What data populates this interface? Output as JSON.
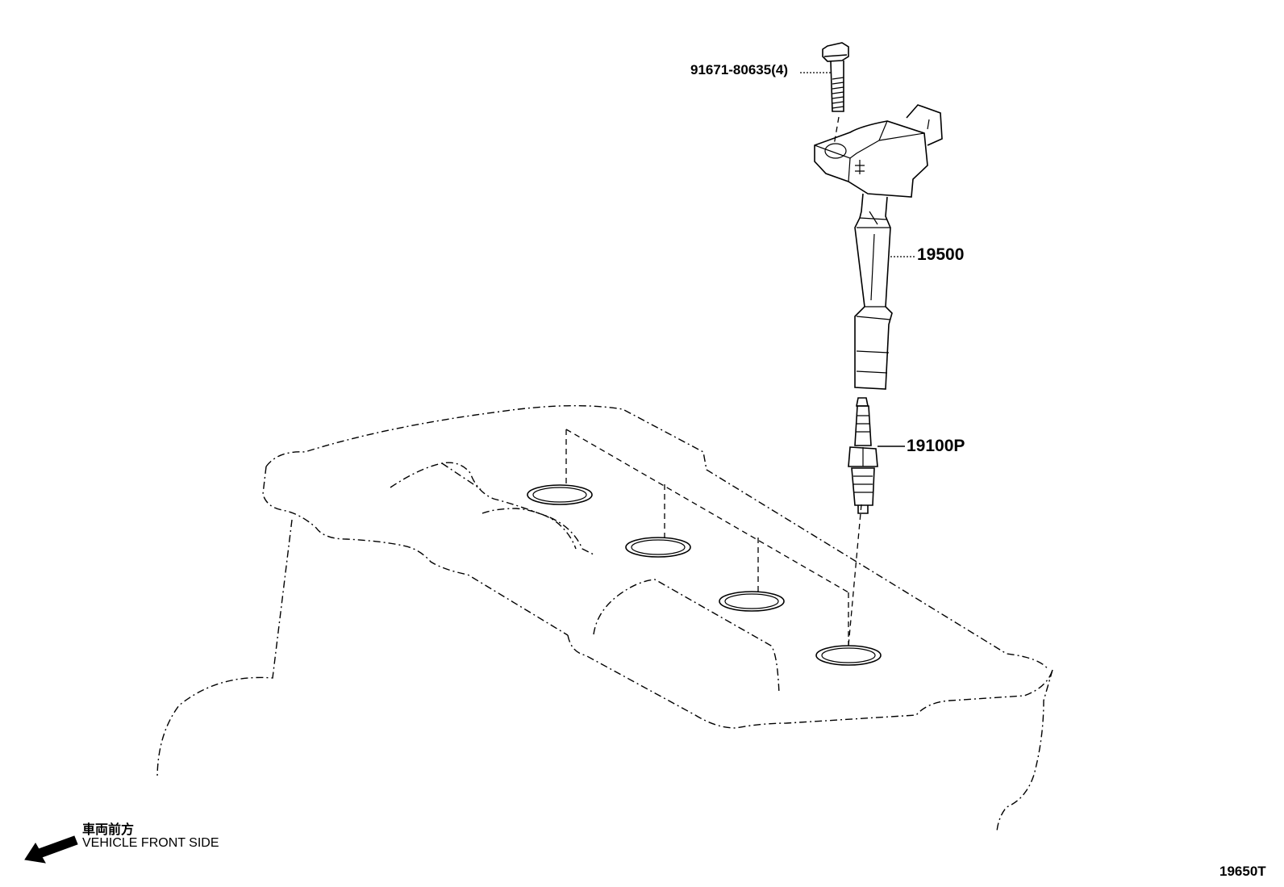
{
  "callouts": {
    "bolt": "91671-80635(4)",
    "ignition_coil": "19500",
    "spark_plug": "19100P"
  },
  "orientation": {
    "label_jp": "車両前方",
    "label_en": "VEHICLE FRONT SIDE",
    "arrow_icon": "arrow-left-down-icon"
  },
  "reference_code": "19650T"
}
